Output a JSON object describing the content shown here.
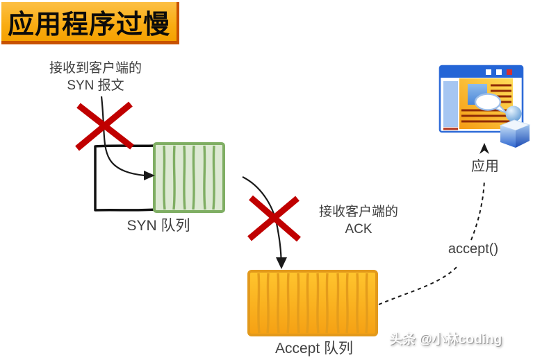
{
  "title": {
    "text": "应用程序过慢"
  },
  "labels": {
    "syn_packet": {
      "line1": "接收到客户端的",
      "line2": "SYN 报文"
    },
    "syn_queue": "SYN 队列",
    "ack": {
      "line1": "接收客户端的",
      "line2": "ACK"
    },
    "accept_queue": "Accept 队列",
    "accept_call": "accept()",
    "app": "应用"
  },
  "watermark": {
    "text": "头条 @小林coding"
  },
  "icons": {
    "blocked_syn_cross": "red-x-cross",
    "blocked_ack_cross": "red-x-cross",
    "application_window": "app-window-with-user-figure",
    "app_up_arrow": "black-up-arrowhead",
    "syn_arrival_arrow": "curved-black-arrow",
    "ack_move_arrow": "curved-black-arrow",
    "accept_path": "dashed-curve"
  },
  "colors": {
    "banner_top": "#FCC044",
    "banner_bottom": "#F5A100",
    "banner_shadow": "#C85200",
    "cross_red": "#C00000",
    "syn_queue_fill": "#DDE9D3",
    "syn_queue_stroke": "#7FAE63",
    "accept_queue_fill_top": "#FFC52E",
    "accept_queue_fill_bottom": "#F5A013",
    "accept_queue_stroke": "#E2991B",
    "window_blue": "#2E6BD8",
    "text_gray": "#3F3F3F"
  }
}
